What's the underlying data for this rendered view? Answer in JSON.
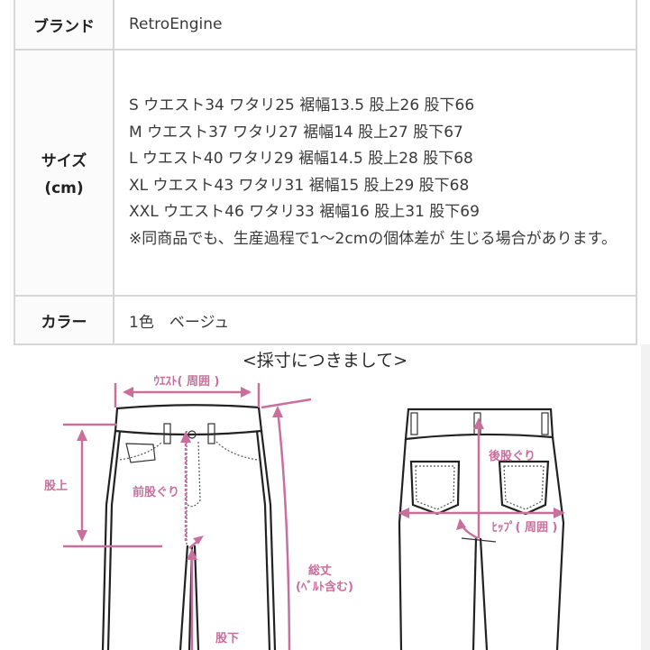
{
  "spec_table": {
    "brand": {
      "label": "ブランド",
      "value": "RetroEngine"
    },
    "size": {
      "label_line1": "サイズ",
      "label_line2": "(cm)",
      "rows": [
        "S ウエスト34 ワタリ25 裾幅13.5 股上26 股下66",
        "M ウエスト37 ワタリ27 裾幅14 股上27 股下67",
        "L ウエスト40 ワタリ29 裾幅14.5 股上28 股下68",
        "XL ウエスト43 ワタリ31 裾幅15 股上29 股下68",
        "XXL ウエスト46 ワタリ33 裾幅16 股上31 股下69"
      ],
      "note": "※同商品でも、生産過程で1〜2cmの個体差が 生じる場合があります。"
    },
    "color": {
      "label": "カラー",
      "value": "1色　ベージュ"
    }
  },
  "diagram": {
    "title": "<採寸につきまして>",
    "labels": {
      "waist": "ｳｴｽﾄ( 周囲 )",
      "rise": "股上",
      "front_rise": "前股ぐり",
      "total_length_line1": "総丈",
      "total_length_line2": "(ﾍﾞﾙﾄ含む)",
      "inseam": "股下",
      "back_rise": "後股ぐり",
      "hip": "ﾋｯﾌﾟ( 周囲 )"
    },
    "accent_color": "#c96f9c"
  }
}
